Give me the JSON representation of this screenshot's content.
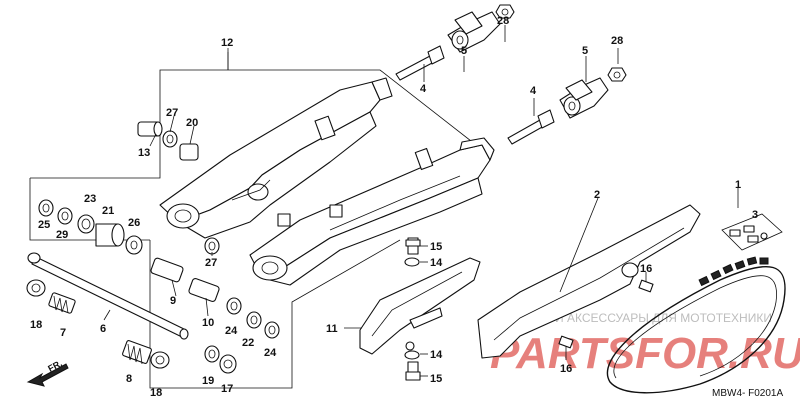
{
  "diagram": {
    "part_labels": {
      "p1": "1",
      "p2": "2",
      "p3": "3",
      "p4a": "4",
      "p4b": "4",
      "p5a": "5",
      "p5b": "5",
      "p6": "6",
      "p7": "7",
      "p8": "8",
      "p9": "9",
      "p10": "10",
      "p11": "11",
      "p12": "12",
      "p13": "13",
      "p14a": "14",
      "p14b": "14",
      "p15a": "15",
      "p15b": "15",
      "p16a": "16",
      "p16b": "16",
      "p17": "17",
      "p18a": "18",
      "p18b": "18",
      "p19": "19",
      "p20": "20",
      "p21": "21",
      "p22": "22",
      "p23": "23",
      "p24a": "24",
      "p24b": "24",
      "p25": "25",
      "p26": "26",
      "p27a": "27",
      "p27b": "27",
      "p28a": "28",
      "p28b": "28",
      "p29": "29"
    },
    "front_marker": "FR.",
    "diagram_code": "MBW4- F0201A",
    "watermark_small": "ЗАПЧАСТИ И АКСЕССУАРЫ ДЛЯ МОТОТЕХНИКИ",
    "watermark_big": "PARTSFOR.RU",
    "colors": {
      "line": "#111111",
      "watermark_text": "#d31a12",
      "background": "#ffffff"
    }
  }
}
